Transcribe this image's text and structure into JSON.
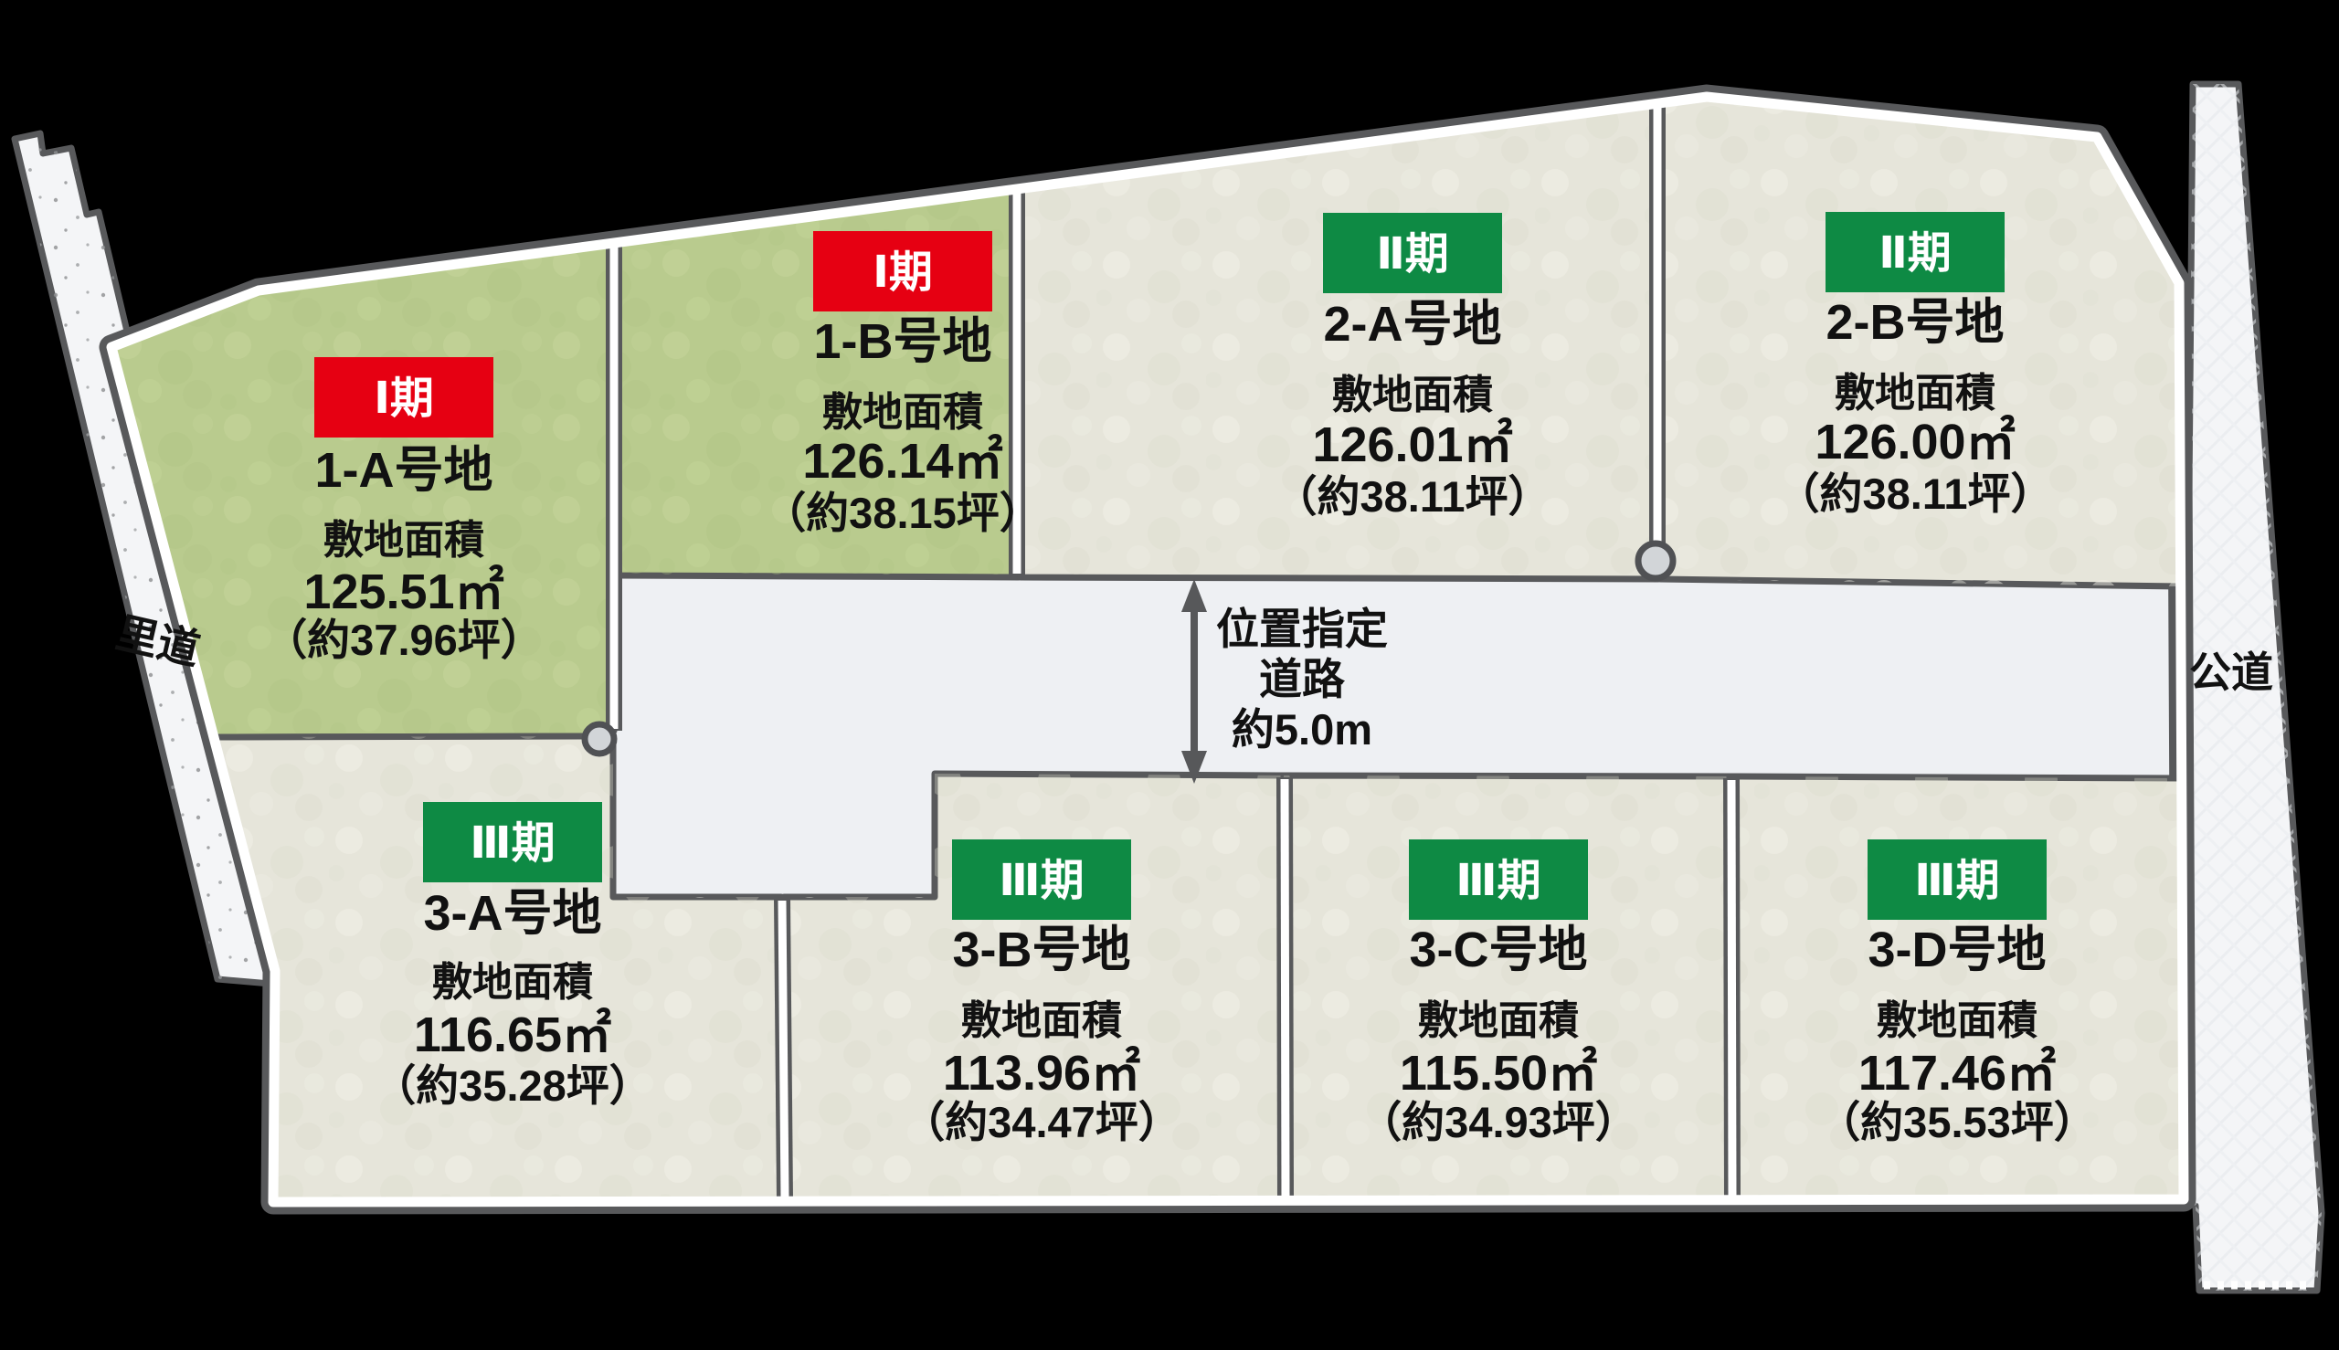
{
  "map_type": "residential-lot-site-plan",
  "roads": {
    "left_road_label": "里道",
    "right_road_label": "公道",
    "center_road_label_line1": "位置指定",
    "center_road_label_line2": "道路",
    "center_road_label_line3": "約5.0m"
  },
  "colors": {
    "background": "#000000",
    "road_fill": "#eef0f3",
    "side_road_fill": "#f4f5f7",
    "outline_dark": "#58595b",
    "outline_white": "#ffffff",
    "phase1_badge": "#e60012",
    "phase23_badge": "#0e8a44",
    "phase1_lot_fill": "#b9cb8e",
    "later_lot_fill": "#e6e5da",
    "marker_circle_fill": "#d2d5d8",
    "text": "#111111"
  },
  "lots": [
    {
      "id": "1-A",
      "phase_label": "Ⅰ期",
      "name": "1-A号地",
      "area_label": "敷地面積",
      "area": "125.51㎡",
      "tsubo": "（約37.96坪）",
      "badge_color": "#e60012",
      "fill": "#b9cb8e"
    },
    {
      "id": "1-B",
      "phase_label": "Ⅰ期",
      "name": "1-B号地",
      "area_label": "敷地面積",
      "area": "126.14㎡",
      "tsubo": "（約38.15坪）",
      "badge_color": "#e60012",
      "fill": "#b9cb8e"
    },
    {
      "id": "2-A",
      "phase_label": "Ⅱ期",
      "name": "2-A号地",
      "area_label": "敷地面積",
      "area": "126.01㎡",
      "tsubo": "（約38.11坪）",
      "badge_color": "#0e8a44",
      "fill": "#e6e5da"
    },
    {
      "id": "2-B",
      "phase_label": "Ⅱ期",
      "name": "2-B号地",
      "area_label": "敷地面積",
      "area": "126.00㎡",
      "tsubo": "（約38.11坪）",
      "badge_color": "#0e8a44",
      "fill": "#e6e5da"
    },
    {
      "id": "3-A",
      "phase_label": "Ⅲ期",
      "name": "3-A号地",
      "area_label": "敷地面積",
      "area": "116.65㎡",
      "tsubo": "（約35.28坪）",
      "badge_color": "#0e8a44",
      "fill": "#e6e5da"
    },
    {
      "id": "3-B",
      "phase_label": "Ⅲ期",
      "name": "3-B号地",
      "area_label": "敷地面積",
      "area": "113.96㎡",
      "tsubo": "（約34.47坪）",
      "badge_color": "#0e8a44",
      "fill": "#e6e5da"
    },
    {
      "id": "3-C",
      "phase_label": "Ⅲ期",
      "name": "3-C号地",
      "area_label": "敷地面積",
      "area": "115.50㎡",
      "tsubo": "（約34.93坪）",
      "badge_color": "#0e8a44",
      "fill": "#e6e5da"
    },
    {
      "id": "3-D",
      "phase_label": "Ⅲ期",
      "name": "3-D号地",
      "area_label": "敷地面積",
      "area": "117.46㎡",
      "tsubo": "（約35.53坪）",
      "badge_color": "#0e8a44",
      "fill": "#e6e5da"
    }
  ]
}
